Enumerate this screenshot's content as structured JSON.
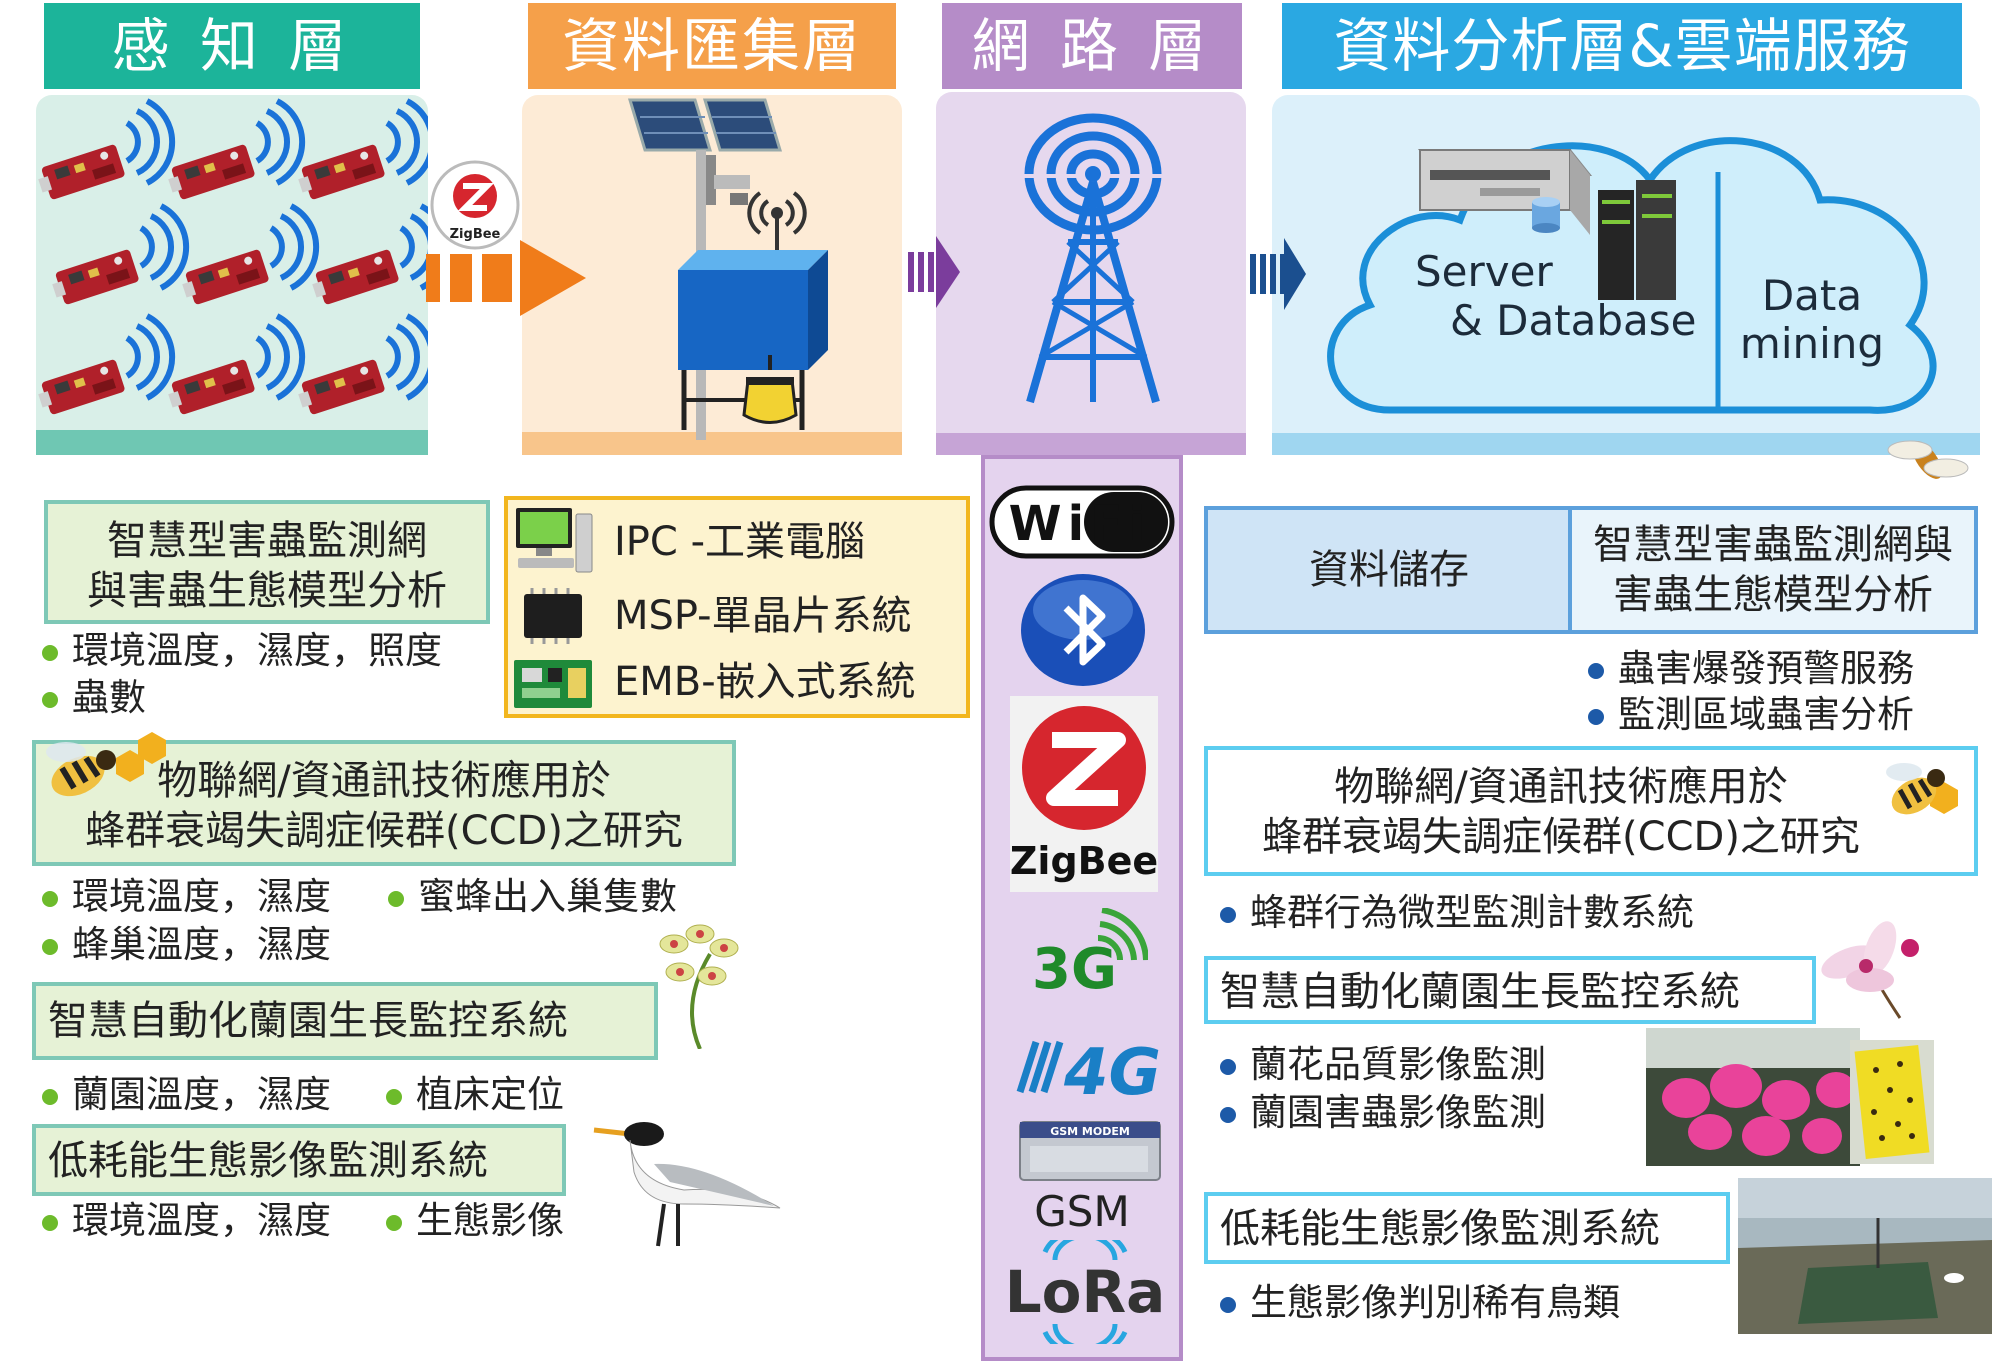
{
  "headers": {
    "sensing": "感 知 層",
    "aggregation": "資料匯集層",
    "network": "網 路 層",
    "analysis": "資料分析層&雲端服務"
  },
  "colors": {
    "sensing": "#1cb49a",
    "aggregation": "#f5a04a",
    "network": "#b58cc8",
    "analysis": "#2aa8e2",
    "bullet_green": "#6dbb2b",
    "bullet_blue": "#1d5aa8"
  },
  "badges": {
    "zigbee_small": "ZigBee"
  },
  "cloud": {
    "server_label": "Server",
    "database_label": "& Database",
    "mining_line1": "Data",
    "mining_line2": "mining"
  },
  "aggregation_devices": [
    {
      "icon": "desktop-computer-icon",
      "label": "IPC -工業電腦"
    },
    {
      "icon": "microcontroller-chip-icon",
      "label": "MSP-單晶片系統"
    },
    {
      "icon": "circuit-board-icon",
      "label": "EMB-嵌入式系統"
    }
  ],
  "network_protocols": {
    "wifi": "WiFi",
    "zigbee": "ZigBee",
    "g3": "3G",
    "g4": "4G",
    "gsm_modem": "GSM MODEM",
    "gsm": "GSM",
    "lora": "LoRa"
  },
  "left": {
    "pest_title": "智慧型害蟲監測網\n與害蟲生態模型分析",
    "pest_items": [
      "環境溫度，濕度，照度",
      "蟲數"
    ],
    "bee_title": "物聯網/資通訊技術應用於\n蜂群衰竭失調症候群(CCD)之研究",
    "bee_items": [
      "環境溫度，濕度",
      "蜜蜂出入巢隻數",
      "蜂巢溫度，濕度"
    ],
    "orchid_title": "智慧自動化蘭園生長監控系統",
    "orchid_items": [
      "蘭園溫度，濕度",
      "植床定位"
    ],
    "eco_title": "低耗能生態影像監測系統",
    "eco_items": [
      "環境溫度，濕度",
      "生態影像"
    ]
  },
  "right": {
    "storage": "資料儲存",
    "pest_title": "智慧型害蟲監測網與\n害蟲生態模型分析",
    "pest_items": [
      "蟲害爆發預警服務",
      "監測區域蟲害分析"
    ],
    "bee_title": "物聯網/資通訊技術應用於\n蜂群衰竭失調症候群(CCD)之研究",
    "bee_items": [
      "蜂群行為微型監測計數系統"
    ],
    "orchid_title": "智慧自動化蘭園生長監控系統",
    "orchid_items": [
      "蘭花品質影像監測",
      "蘭園害蟲影像監測"
    ],
    "eco_title": "低耗能生態影像監測系統",
    "eco_items": [
      "生態影像判別稀有鳥類"
    ]
  }
}
